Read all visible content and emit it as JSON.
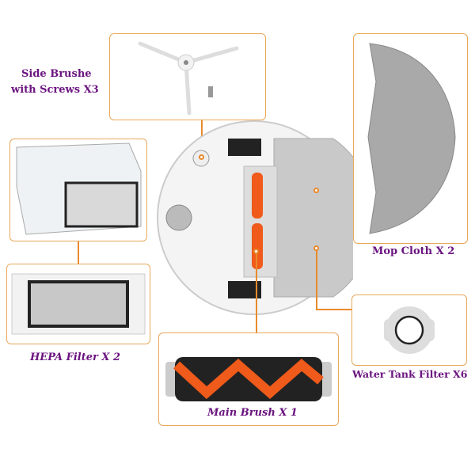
{
  "labels": {
    "side_brush_line1": "Side Brushe",
    "side_brush_line2": "with Screws X3",
    "mop_cloth": "Mop Cloth X 2",
    "hepa_filter": "HEPA Filter X 2",
    "water_tank_filter": "Water Tank Filter X6",
    "main_brush": "Main Brush X 1"
  },
  "colors": {
    "label": "#6b1480",
    "frame": "#e9a85a",
    "connector": "#e98a2c",
    "brush_orange": "#f05a1a"
  }
}
